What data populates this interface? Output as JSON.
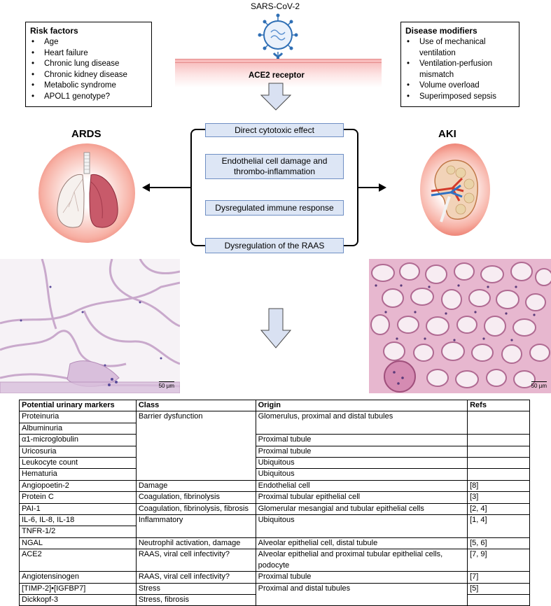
{
  "virus_label": "SARS-CoV-2",
  "receptor_label": "ACE2 receptor",
  "risk_factors": {
    "title": "Risk factors",
    "items": [
      "Age",
      "Heart failure",
      "Chronic lung disease",
      "Chronic kidney disease",
      "Metabolic syndrome",
      "APOL1 genotype?"
    ]
  },
  "disease_modifiers": {
    "title": "Disease modifiers",
    "items": [
      "Use of mechanical ventilation",
      "Ventilation-perfusion mismatch",
      "Volume overload",
      "Superimposed sepsis"
    ]
  },
  "outcomes": {
    "left": "ARDS",
    "right": "AKI"
  },
  "mechanisms": [
    "Direct cytotoxic effect",
    "Endothelial cell damage and thrombo-inflammation",
    "Dysregulated immune response",
    "Dysregulation of the RAAS"
  ],
  "micrographs": {
    "left_scale": "50 µm",
    "right_scale": "50 µm"
  },
  "colors": {
    "box_fill": "#dde6f5",
    "box_border": "#6f8fc4",
    "arrow_fill": "#d9e1f2",
    "membrane": "#f4a8a8"
  },
  "table": {
    "headers": [
      "Potential urinary markers",
      "Class",
      "Origin",
      "Refs"
    ],
    "markers": [
      "Proteinuria",
      "Albuminuria",
      "α1-microglobulin",
      "Uricosuria",
      "Leukocyte count",
      "Hematuria",
      "Angiopoetin-2",
      "Protein C",
      "PAI-1",
      "IL-6, IL-8, IL-18",
      "TNFR-1/2",
      "NGAL",
      "ACE2",
      "Angiotensinogen",
      "[TIMP-2]•[IGFBP7]",
      "Dickkopf-3"
    ],
    "classes": [
      "Barrier dysfunction",
      "Damage",
      "Coagulation, fibrinolysis",
      "Coagulation, fibrinolysis, fibrosis",
      "Inflammatory",
      "Neutrophil activation, damage",
      "RAAS, viral cell infectivity?",
      "RAAS, viral cell infectivity?",
      "Stress",
      "Stress, fibrosis"
    ],
    "origins": [
      "Glomerulus, proximal and distal tubules",
      "Proximal tubule",
      "Proximal tubule",
      "Ubiquitous",
      "Ubiquitous",
      "Endothelial cell",
      "Proximal tubular epithelial cell",
      "Glomerular mesangial and tubular epithelial cells",
      "Ubiquitous",
      "Alveolar epithelial cell, distal tubule",
      "Alveolar epithelial and proximal tubular epithelial cells, podocyte",
      "Proximal tubule",
      "Proximal and distal tubules"
    ],
    "refs": [
      "",
      "",
      "",
      "",
      "",
      "",
      "[8]",
      "[3]",
      "[2, 4]",
      "[1, 4]",
      "[5, 6]",
      "[7, 9]",
      "[7]",
      "[5]"
    ]
  }
}
